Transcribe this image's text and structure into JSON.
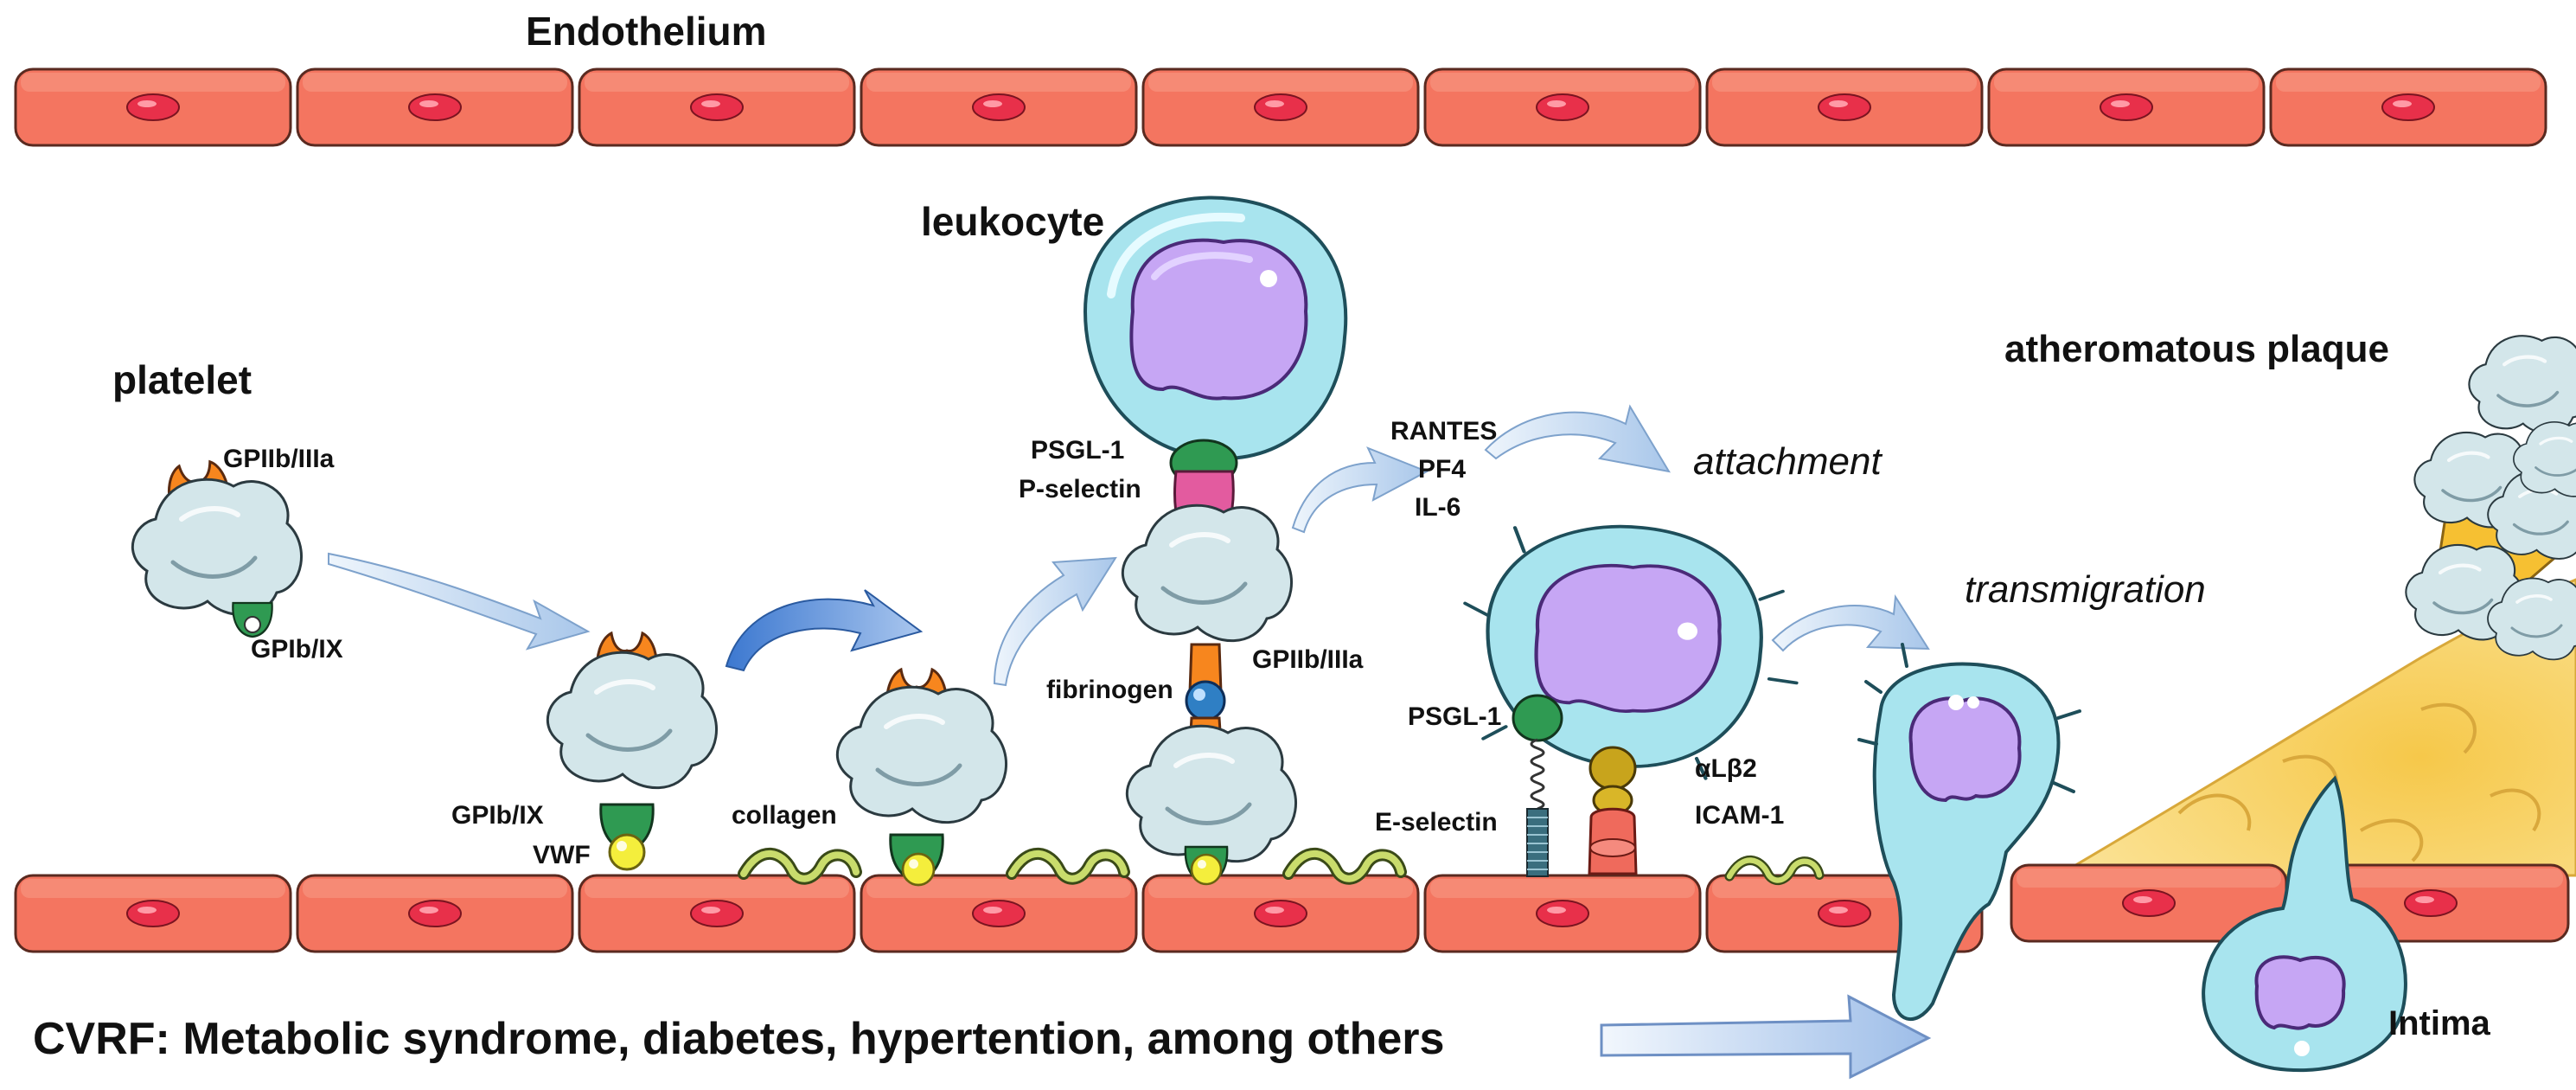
{
  "labels": {
    "endothelium": "Endothelium",
    "leukocyte": "leukocyte",
    "platelet": "platelet",
    "atheromatous_plaque": "atheromatous plaque",
    "gpiib_iiia_1": "GPIIb/IIIa",
    "gpib_ix_1": "GPIb/IX",
    "gpib_ix_2": "GPIb/IX",
    "vwf": "VWF",
    "collagen": "collagen",
    "psgl1_top": "PSGL-1",
    "p_selectin": "P-selectin",
    "fibrinogen": "fibrinogen",
    "gpiib_iiia_2": "GPIIb/IIIa",
    "rantes": "RANTES",
    "pf4": "PF4",
    "il6": "IL-6",
    "attachment": "attachment",
    "transmigration": "transmigration",
    "psgl1_bottom": "PSGL-1",
    "e_selectin": "E-selectin",
    "alb2": "αLβ2",
    "icam1": "ICAM-1",
    "intima": "Intima",
    "cvrf": "CVRF: Metabolic syndrome, diabetes, hypertention, among others"
  },
  "colors": {
    "endothelial_cell": "#f47560",
    "endothelial_nucleus": "#e8304a",
    "platelet": "#d3e6ea",
    "leukocyte_cytoplasm": "#a8e4ee",
    "leukocyte_nucleus": "#c6a6f4",
    "gpiib_iiia": "#f7861e",
    "gpib_ix": "#2f9a52",
    "vwf": "#f4ee3c",
    "collagen": "#b4cc4a",
    "p_selectin": "#e35b9f",
    "fibrinogen": "#2f7fc4",
    "alb2": "#c8a41c",
    "icam1": "#ef6a5c",
    "plaque_lipid": "#f6d066",
    "arrow": "#c7dcf4"
  }
}
